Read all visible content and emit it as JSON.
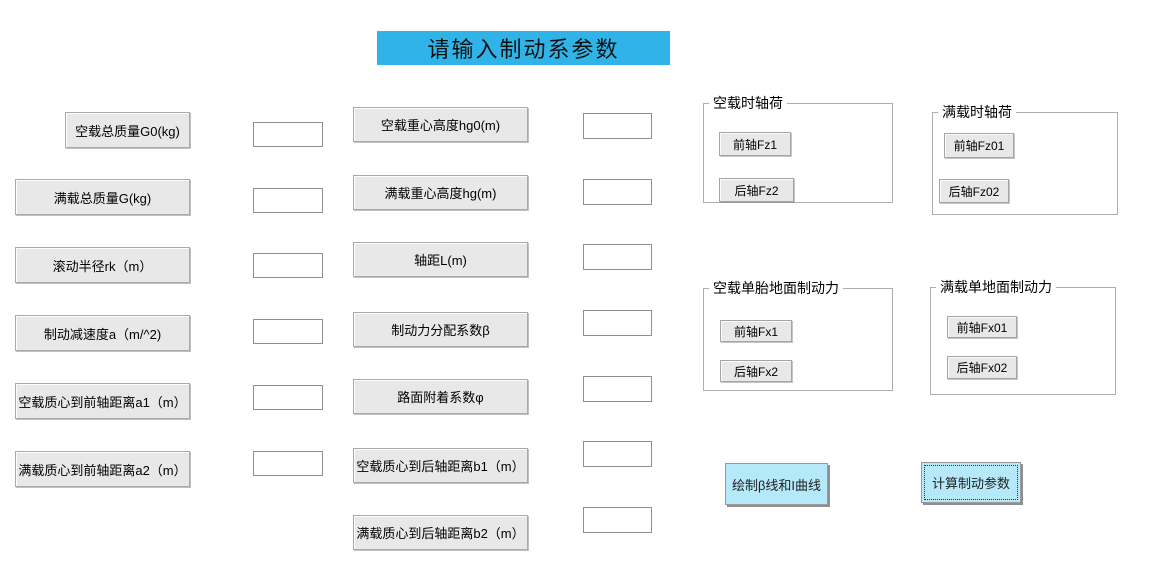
{
  "title_banner": "请输入制动系参数",
  "colors": {
    "banner_bg": "#30b4e8",
    "action_button_bg": "#b5e8f8",
    "label_plaque_bg": "#e8e8e8",
    "input_border": "#8f8f8f"
  },
  "left_labels": [
    "空载总质量G0(kg)",
    "满载总质量G(kg)",
    "滚动半径rk（m）",
    "制动减速度a（m/^2)",
    "空载质心到前轴距离a1（m）",
    "满载质心到前轴距离a2（m）"
  ],
  "mid_labels": [
    "空载重心高度hg0(m)",
    "满载重心高度hg(m)",
    "轴距L(m)",
    "制动力分配系数β",
    "路面附着系数φ",
    "空载质心到后轴距离b1（m）",
    "满载质心到后轴距离b2（m）"
  ],
  "input_values": {
    "col1": [
      "",
      "",
      "",
      "",
      "",
      ""
    ],
    "col2": [
      "",
      "",
      "",
      "",
      "",
      "",
      ""
    ]
  },
  "panels": [
    {
      "title": "空载时轴荷",
      "buttons": [
        "前轴Fz1",
        "后轴Fz2"
      ]
    },
    {
      "title": "满载时轴荷",
      "buttons": [
        "前轴Fz01",
        "后轴Fz02"
      ]
    },
    {
      "title": "空载单胎地面制动力",
      "buttons": [
        "前轴Fx1",
        "后轴Fx2"
      ]
    },
    {
      "title": "满载单地面制动力",
      "buttons": [
        "前轴Fx01",
        "后轴Fx02"
      ]
    }
  ],
  "action_buttons": [
    "绘制β线和I曲线",
    "计算制动参数"
  ]
}
